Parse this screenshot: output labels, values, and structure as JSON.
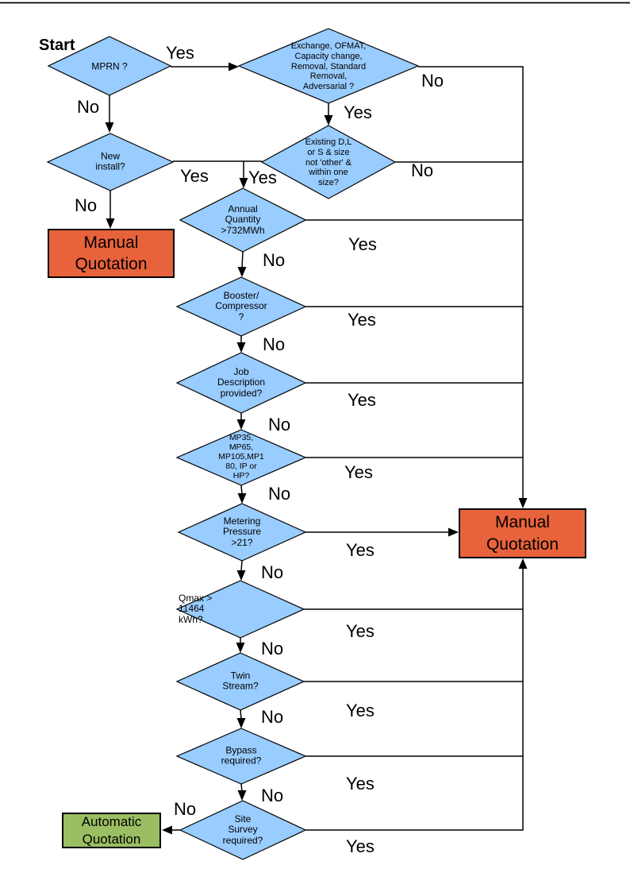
{
  "labels": {
    "start": "Start",
    "yes": "Yes",
    "no": "No"
  },
  "decisions": {
    "mprn": "MPRN ?",
    "exchange": "Exchange, OFMAT,\nCapacity change,\nRemoval, Standard\nRemoval,\nAdversarial ?",
    "new_install": "New\ninstall?",
    "existing_size": "Existing D,L\nor S & size\nnot 'other' &\nwithin one\nsize?",
    "annual_quantity": "Annual\nQuantity\n>732MWh",
    "booster": "Booster/\nCompressor\n?",
    "job_description": "Job\nDescription\nprovided?",
    "pressure_tier": "MP35,\nMP65,\nMP105,MP1\n80, IP or\nHP?",
    "metering_pressure": "Metering\nPressure\n>21?",
    "qmax": "Qmax >\n11464\nkWh?",
    "twin_stream": "Twin\nStream?",
    "bypass": "Bypass\nrequired?",
    "site_survey": "Site\nSurvey\nrequired?"
  },
  "outcomes": {
    "manual": "Manual\nQuotation",
    "automatic": "Automatic\nQuotation"
  },
  "colors": {
    "diamond": "#99CCFF",
    "manual": "#E8623C",
    "auto": "#9BBE63"
  }
}
